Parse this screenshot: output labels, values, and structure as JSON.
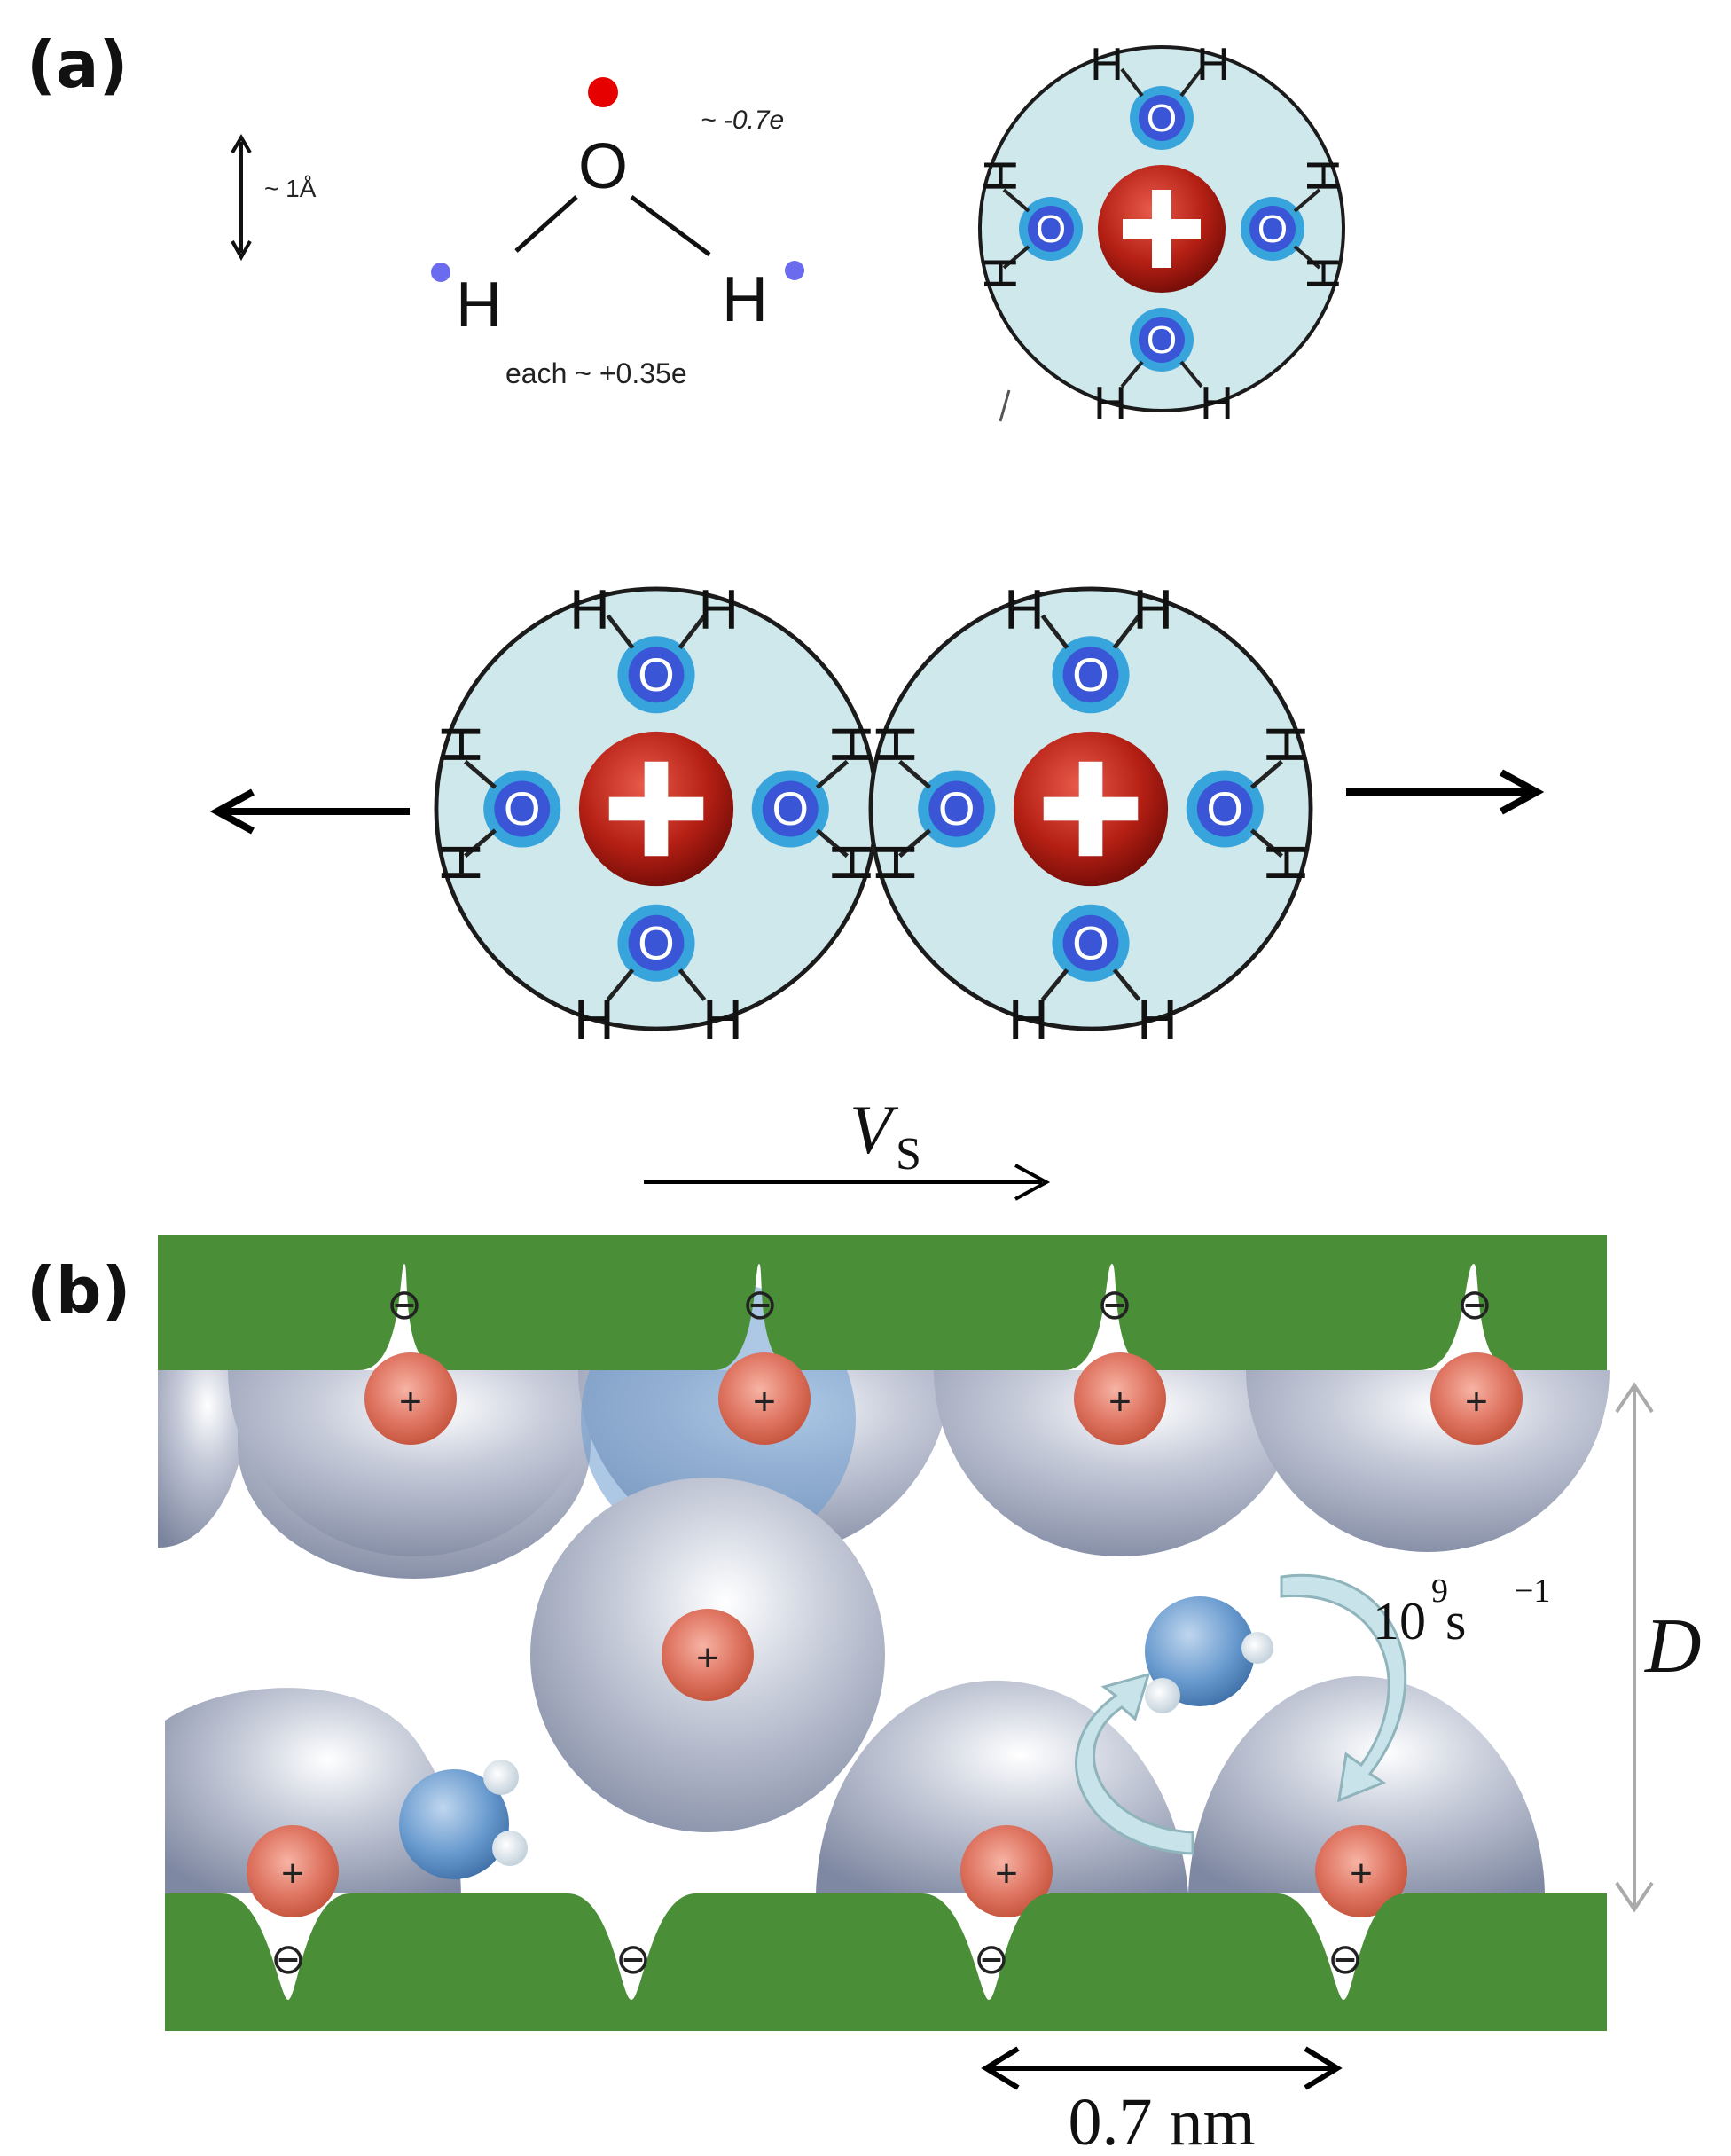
{
  "panel_a": {
    "label": "(a)",
    "scale_label": "~ 1Å",
    "water": {
      "oxygen": "O",
      "hydrogen": "H",
      "oxygen_charge": "~ -0.7e",
      "hydrogen_charge": "each ~ +0.35e"
    },
    "ion": {
      "plus": "+",
      "oxygen": "O",
      "hydrogen": "H"
    }
  },
  "panel_b": {
    "label": "(b)",
    "velocity_label": "V",
    "velocity_subscript": "S",
    "rate_label": "10",
    "rate_exponent": "9",
    "rate_unit": " s",
    "rate_unit_exponent": "−1",
    "gap_label": "D",
    "spacing_label": "0.7 nm",
    "surface_charge": "⊖",
    "cation_charge": "+"
  },
  "colors": {
    "hydration_shell": "#cfe8ec",
    "cation": "#b41f14",
    "water_oxygen": "#2f7fd6",
    "oxygen_atom": "#e60000",
    "hydrogen_atom": "#6b6bef",
    "surface": "#4a8f38",
    "hydrated_ion": "#8f98b0",
    "water_molecule": "#6a9bcf",
    "ion_core": "#e07764"
  }
}
